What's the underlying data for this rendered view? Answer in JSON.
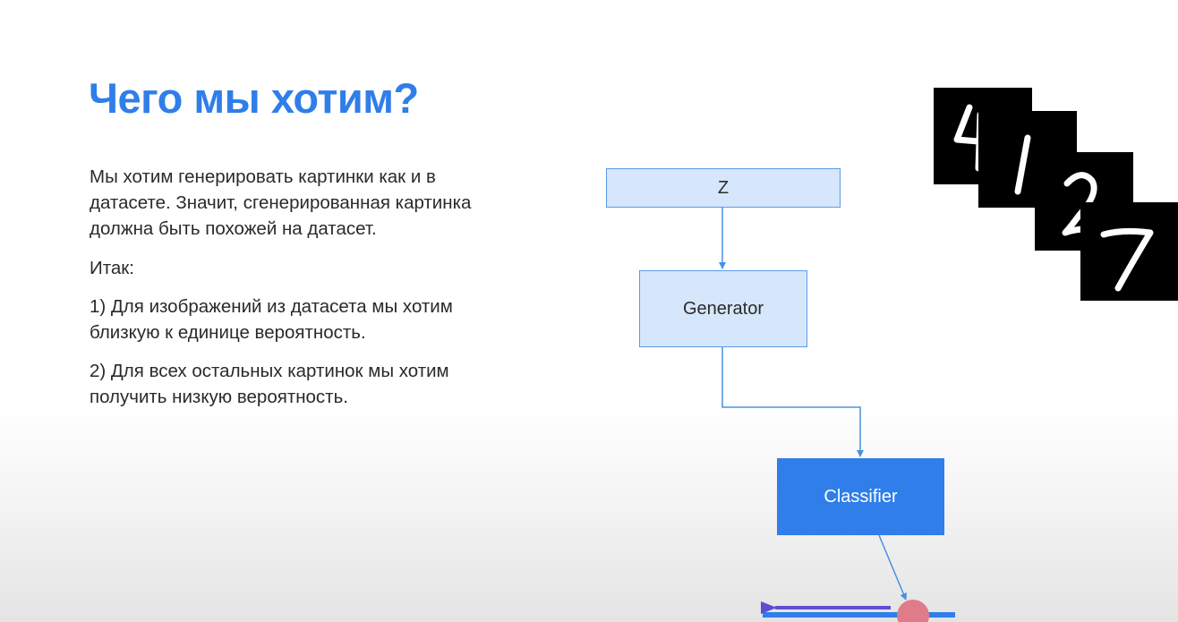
{
  "slide": {
    "title": "Чего мы хотим?",
    "paragraph": [
      "Мы хотим генерировать картинки как и в",
      "датасете. Значит, сгенерированная картинка",
      "должна быть похожей на датасет."
    ],
    "itak": "Итак:",
    "point1": [
      "1) Для изображений из датасета мы хотим",
      "близкую к единице вероятность."
    ],
    "point2": [
      "2) Для всех остальных картинок мы хотим",
      "получить низкую вероятность."
    ]
  },
  "diagram": {
    "z_label": "Z",
    "generator_label": "Generator",
    "classifier_label": "Classifier",
    "colors": {
      "light_box": "#d6e6fb",
      "dark_box": "#2f7ee9",
      "connector": "#4a90e2",
      "slider_arrow": "#5b4fd1",
      "slider_dot": "#e07b8a"
    }
  },
  "digit_images": {
    "icons": [
      "digit-4-image",
      "digit-1-image",
      "digit-2-image",
      "digit-7-image"
    ]
  }
}
